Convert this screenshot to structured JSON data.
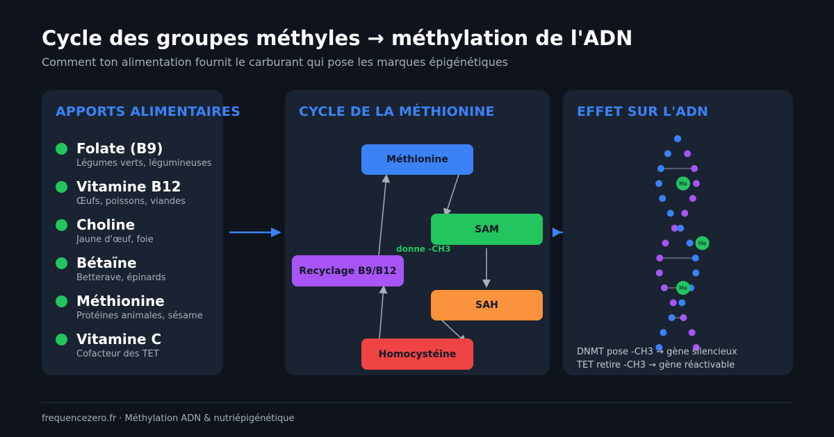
{
  "header": {
    "title": "Cycle des groupes méthyles → méthylation de l'ADN",
    "subtitle": "Comment ton alimentation fournit le carburant qui pose les marques épigénétiques"
  },
  "left_panel": {
    "title": "APPORTS ALIMENTAIRES",
    "items": [
      {
        "name": "Folate (B9)",
        "source": "Légumes verts, légumineuses"
      },
      {
        "name": "Vitamine B12",
        "source": "Œufs, poissons, viandes"
      },
      {
        "name": "Choline",
        "source": "Jaune d'œuf, foie"
      },
      {
        "name": "Bétaïne",
        "source": "Betterave, épinards"
      },
      {
        "name": "Méthionine",
        "source": "Protéines animales, sésame"
      },
      {
        "name": "Vitamine C",
        "source": "Cofacteur des TET"
      }
    ],
    "dot_color": "#22c55e"
  },
  "middle_panel": {
    "title": "CYCLE DE LA MÉTHIONINE",
    "nodes": {
      "methionine": {
        "label": "Méthionine",
        "color": "#3b82f6"
      },
      "sam": {
        "label": "SAM",
        "color": "#22c55e"
      },
      "sah": {
        "label": "SAH",
        "color": "#fb923c"
      },
      "homocysteine": {
        "label": "Homocystéine",
        "color": "#ef4444"
      },
      "recyclage": {
        "label": "Recyclage B9/B12",
        "color": "#a855f7"
      }
    },
    "donne_label": "donne -CH3"
  },
  "right_panel": {
    "title": "EFFET SUR L'ADN",
    "methyl_label": "Me",
    "caption_1": "DNMT pose -CH3 → gène silencieux",
    "caption_2": "TET retire -CH3 → gène réactivable",
    "strand_colors": [
      "#a855f7",
      "#3b82f6"
    ]
  },
  "footer": {
    "text": "frequencezero.fr · Méthylation ADN & nutriépigénétique"
  },
  "colors": {
    "accent": "#3b82f6",
    "background": "#0f141c",
    "panel": "#1a2331"
  }
}
